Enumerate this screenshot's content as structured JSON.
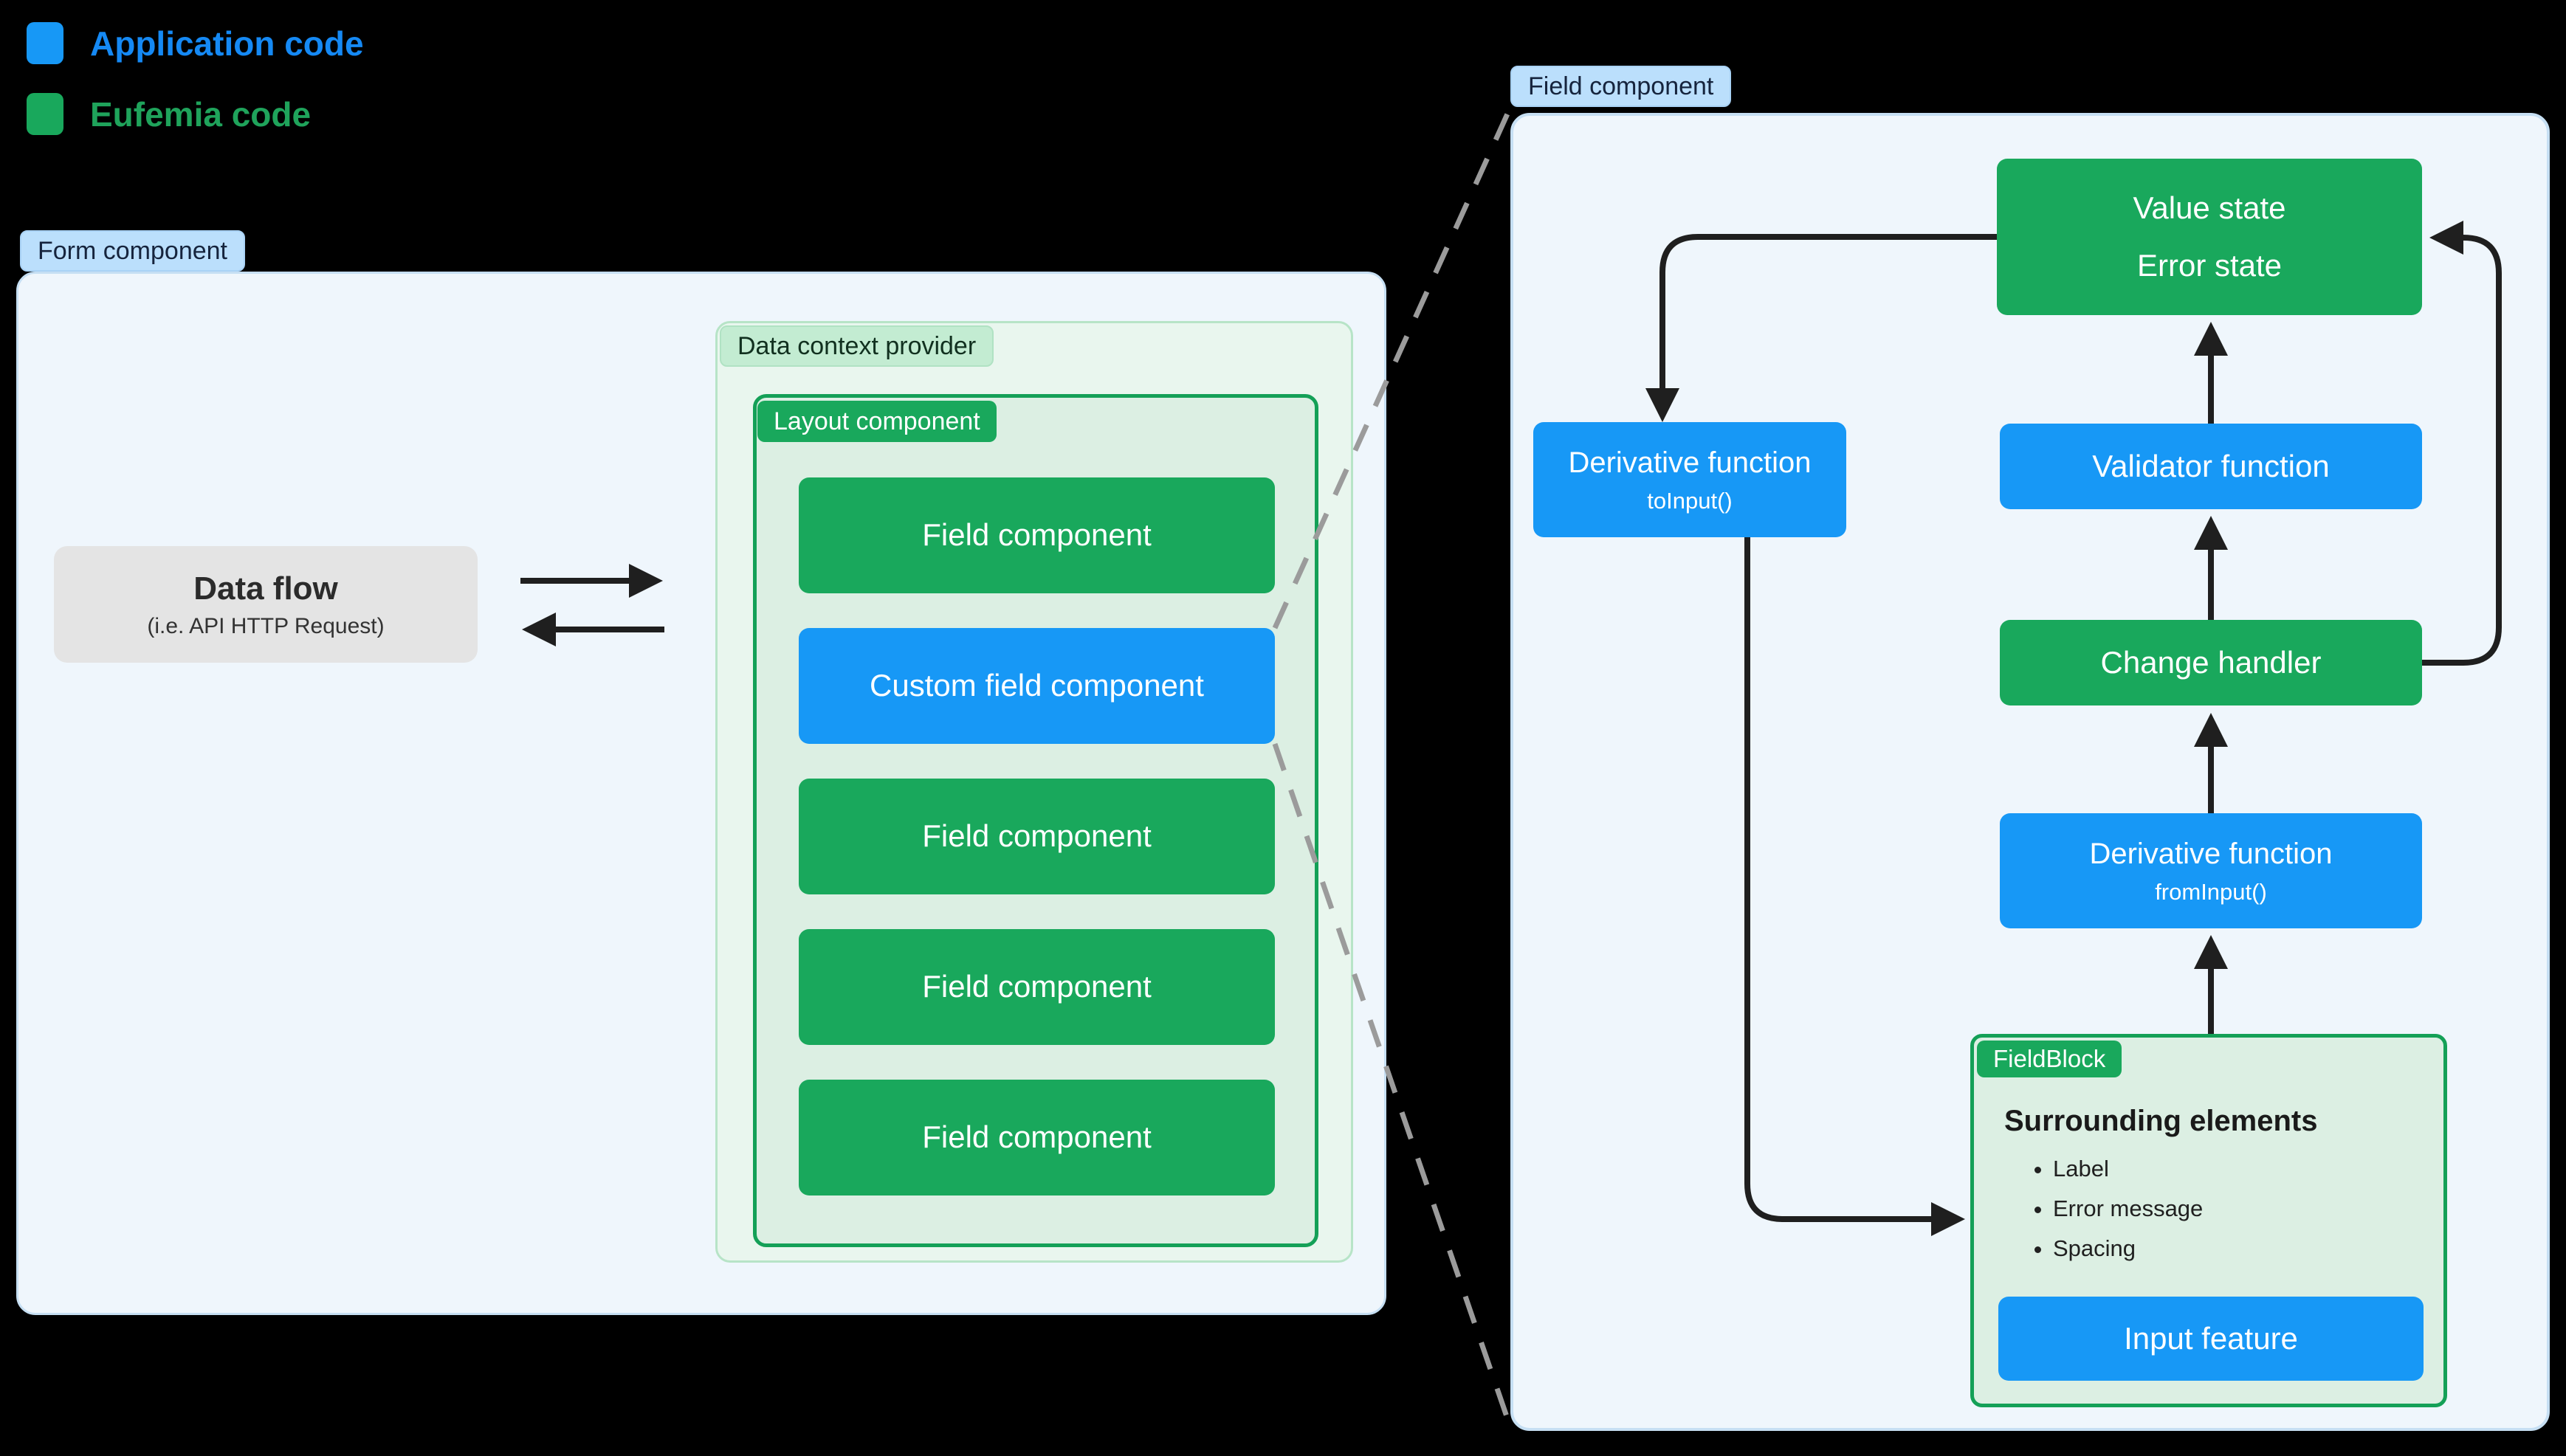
{
  "colors": {
    "page-bg": "#000000",
    "blue": "#1798F6",
    "green": "#19A85C",
    "green-border": "#14A057",
    "arrow": "#1F1F1F",
    "dash": "#9B9B9B",
    "gray-box": "#E4E4E4",
    "panel-blue-bg": "#EFF6FC",
    "panel-blue-border": "#C6DFF3",
    "panel-green-light": "#E9F6EE",
    "panel-green-border": "#B7E4C7",
    "panel-green-mid": "#DCEFE3",
    "badge-blue-bg": "#BBDFFC",
    "badge-blue-border": "#A9D2F5",
    "badge-blue-text": "#16243D",
    "badge-green-bg": "#C3ECD2",
    "badge-green-border": "#B0E2C3",
    "badge-green-text": "#11301F",
    "legend-blue-text": "#1589F4",
    "legend-green-text": "#1FA35B"
  },
  "legend": {
    "items": [
      {
        "label": "Application code",
        "swatch": "application-code-blue"
      },
      {
        "label": "Eufemia code",
        "swatch": "eufemia-code-green"
      }
    ]
  },
  "left_diagram": {
    "badge": "Form component",
    "data_flow": {
      "title": "Data flow",
      "subtitle": "(i.e. API HTTP Request)"
    },
    "data_context": {
      "badge": "Data context provider"
    },
    "layout": {
      "badge": "Layout component",
      "fields": [
        {
          "label": "Field component",
          "type": "eufemia"
        },
        {
          "label": "Custom field component",
          "type": "application"
        },
        {
          "label": "Field component",
          "type": "eufemia"
        },
        {
          "label": "Field component",
          "type": "eufemia"
        },
        {
          "label": "Field component",
          "type": "eufemia"
        }
      ]
    }
  },
  "right_diagram": {
    "badge": "Field component",
    "value_state": {
      "line1": "Value state",
      "line2": "Error state"
    },
    "to_input": {
      "line1": "Derivative function",
      "line2": "toInput()"
    },
    "validator": {
      "label": "Validator function"
    },
    "change_handler": {
      "label": "Change handler"
    },
    "from_input": {
      "line1": "Derivative function",
      "line2": "fromInput()"
    },
    "field_block": {
      "badge": "FieldBlock",
      "heading": "Surrounding elements",
      "bullets": [
        "Label",
        "Error message",
        "Spacing"
      ],
      "input_feature": "Input feature"
    }
  }
}
